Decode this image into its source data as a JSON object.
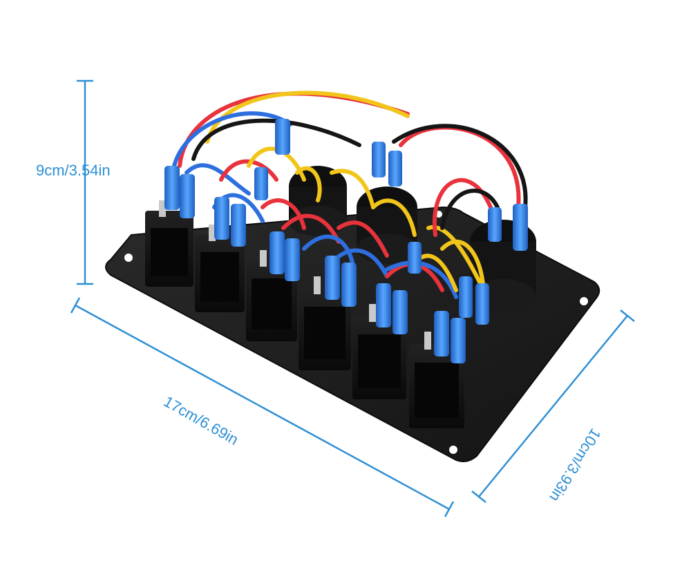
{
  "dimensions": {
    "height_label": "9cm/3.54in",
    "width_label": "17cm/6.69in",
    "depth_label": "10cm/3.93in"
  },
  "colors": {
    "dimension_line": "#2d8fd4",
    "plate": "#1c1c1c",
    "switch_body": "#111111",
    "connector_blue": "#2f7fe0",
    "wire_red": "#e8323c",
    "wire_yellow": "#f2c51a",
    "wire_blue": "#2e6fe0",
    "wire_black": "#151515"
  },
  "product": {
    "switch_count": 6,
    "socket_count": 3
  }
}
